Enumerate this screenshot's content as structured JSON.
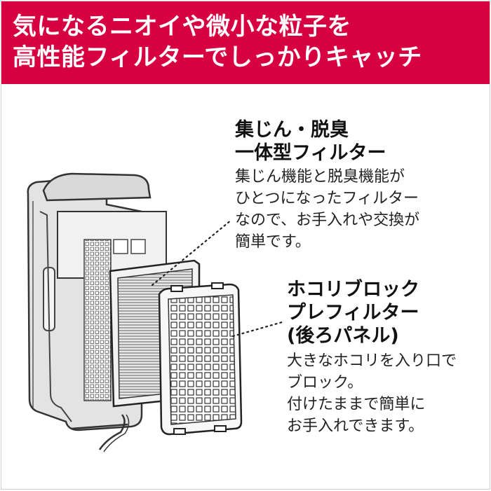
{
  "header": {
    "line1": "気になるニオイや微小な粒子を",
    "line2": "高性能フィルターでしっかりキャッチ",
    "background_color": "#d70040"
  },
  "filter1": {
    "title_line1": "集じん・脱臭",
    "title_line2": "一体型フィルター",
    "desc_lines": [
      "集じん機能と脱臭機能が",
      "ひとつになったフィルター",
      "なので、お手入れや交換が",
      "簡単です。"
    ]
  },
  "filter2": {
    "title_line1": "ホコリブロック",
    "title_line2": "プレフィルター",
    "title_line3": "(後ろパネル)",
    "desc_lines": [
      "大きなホコリを入り口で",
      "ブロック。",
      "付けたままで簡単に",
      "お手入れできます。"
    ]
  }
}
